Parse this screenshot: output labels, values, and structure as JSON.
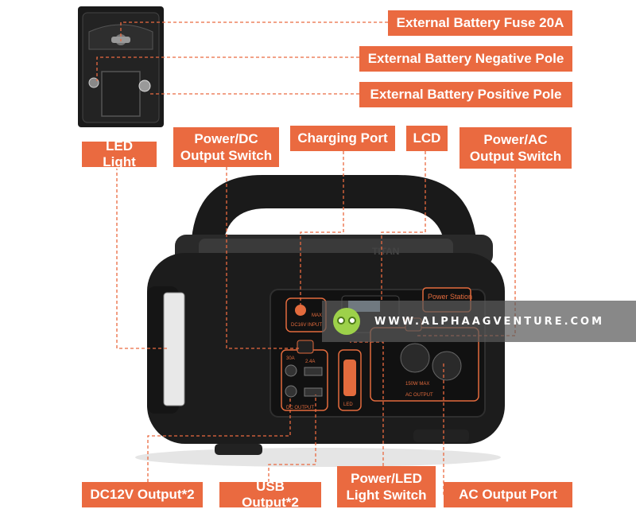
{
  "labels": {
    "fuse": "External Battery Fuse 20A",
    "negative": "External Battery Negative Pole",
    "positive": "External Battery Positive Pole",
    "led_light": "LED Light",
    "power_dc_switch_line1": "Power/DC",
    "power_dc_switch_line2": "Output Switch",
    "charging_port": "Charging Port",
    "lcd": "LCD",
    "power_ac_switch_line1": "Power/AC",
    "power_ac_switch_line2": "Output Switch",
    "dc12v_output": "DC12V Output*2",
    "usb_output": "USB Output*2",
    "power_led_switch_line1": "Power/LED",
    "power_led_switch_line2": "Light Switch",
    "ac_output_port": "AC Output Port"
  },
  "device": {
    "brand": "TITAN",
    "charge_max": "MAX",
    "charge_input": "DC16V INPUT",
    "power_station": "Power Station",
    "dc_amp": "30A",
    "usb_amp": "2.4A",
    "dc_output": "DC OUTPUT",
    "led_label": "LED",
    "ac_max": "150W MAX",
    "ac_output": "AC OUTPUT"
  },
  "watermark": {
    "text": "WWW.ALPHAAGVENTURE.COM"
  },
  "colors": {
    "accent": "#ea6a40",
    "device_body": "#1c1c1c",
    "panel_trim": "#e36b3d"
  }
}
